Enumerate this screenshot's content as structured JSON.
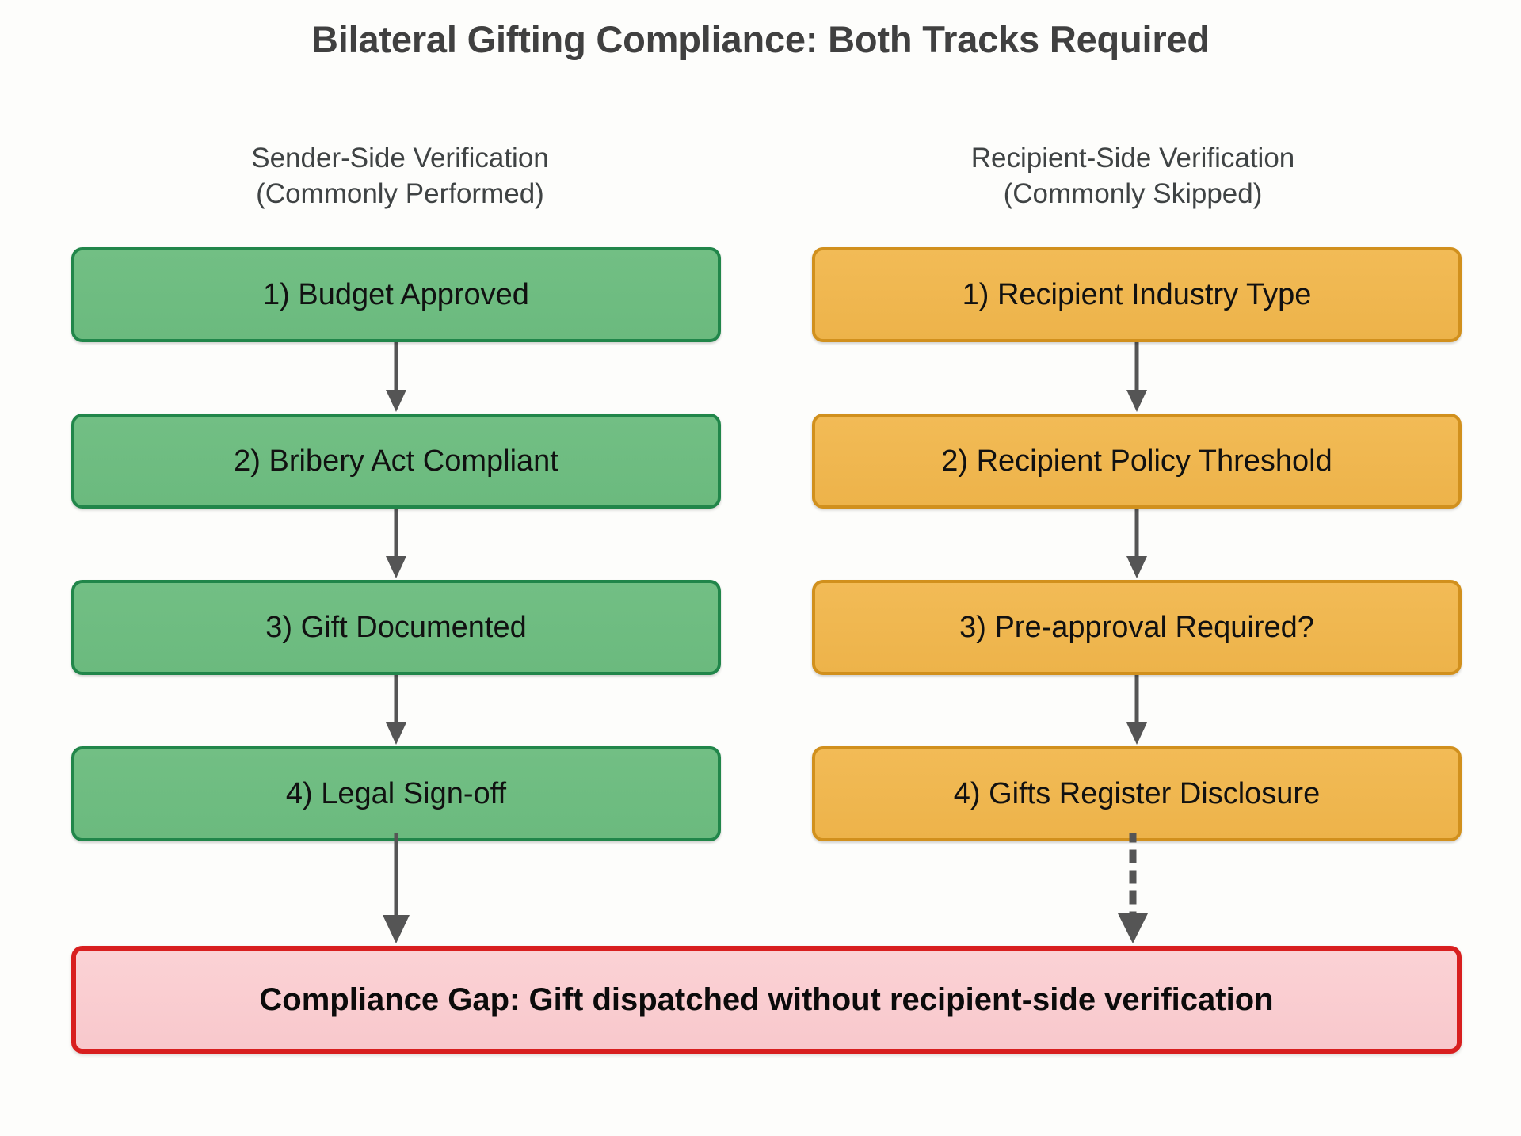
{
  "diagram": {
    "title": "Bilateral Gifting Compliance: Both Tracks Required",
    "colors": {
      "background": "#fdfdfb",
      "title_text": "#404040",
      "header_text": "#3f4344",
      "green_fill": "#6bba7e",
      "green_border": "#21864a",
      "orange_fill": "#edb34a",
      "orange_border": "#d1901d",
      "gap_fill": "#f8c8cc",
      "gap_border": "#d81f1f",
      "arrow": "#555555",
      "node_text": "#111111"
    },
    "tracks": [
      {
        "id": "sender",
        "header_line1": "Sender-Side Verification",
        "header_line2": "(Commonly Performed)",
        "style": "green",
        "connector_style": "solid",
        "nodes": [
          {
            "label": "1) Budget Approved"
          },
          {
            "label": "2) Bribery Act Compliant"
          },
          {
            "label": "3) Gift Documented"
          },
          {
            "label": "4) Legal Sign-off"
          }
        ],
        "drop_connector_style": "solid"
      },
      {
        "id": "recipient",
        "header_line1": "Recipient-Side Verification",
        "header_line2": "(Commonly Skipped)",
        "style": "orange",
        "connector_style": "solid",
        "nodes": [
          {
            "label": "1) Recipient Industry Type"
          },
          {
            "label": "2) Recipient Policy Threshold"
          },
          {
            "label": "3) Pre-approval Required?"
          },
          {
            "label": "4) Gifts Register Disclosure"
          }
        ],
        "drop_connector_style": "dotted"
      }
    ],
    "gap": {
      "label": "Compliance Gap: Gift dispatched without recipient-side verification"
    }
  }
}
